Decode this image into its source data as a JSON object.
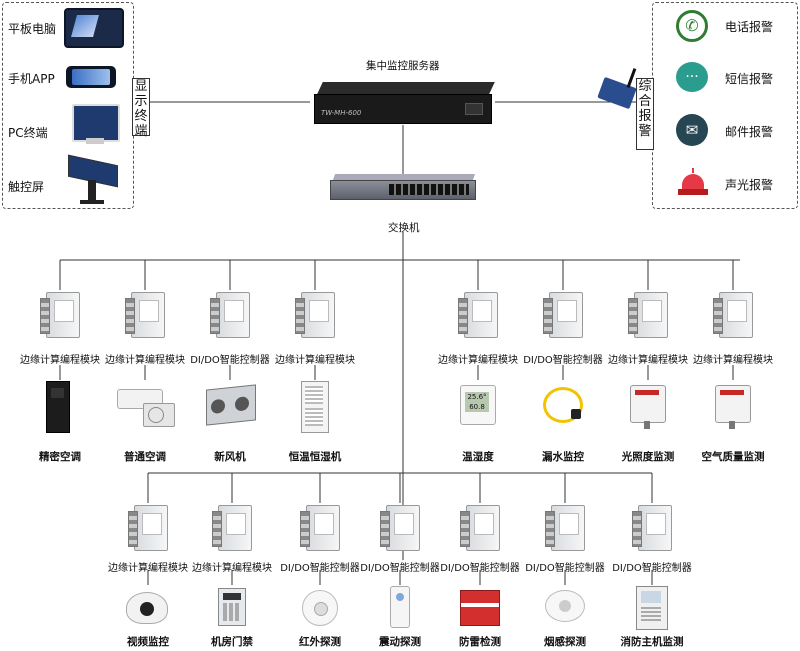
{
  "display_terminals": {
    "group_label": "显示终端",
    "items": [
      {
        "label": "平板电脑",
        "icon": "tablet-icon"
      },
      {
        "label": "手机APP",
        "icon": "phone-icon"
      },
      {
        "label": "PC终端",
        "icon": "pc-monitor-icon"
      },
      {
        "label": "触控屏",
        "icon": "touchscreen-kiosk-icon"
      }
    ]
  },
  "alarm": {
    "group_label": "综合报警",
    "items": [
      {
        "label": "电话报警",
        "icon": "phone-call-icon",
        "color": "#2e7d32"
      },
      {
        "label": "短信报警",
        "icon": "sms-bubble-icon",
        "color": "#2a9d8f"
      },
      {
        "label": "邮件报警",
        "icon": "mail-icon",
        "color": "#264653"
      },
      {
        "label": "声光报警",
        "icon": "siren-icon",
        "color": "#e63946"
      }
    ]
  },
  "server": {
    "label": "集中监控服务器",
    "model": "TW-MH-600"
  },
  "switch": {
    "label": "交换机"
  },
  "row1": {
    "left": [
      {
        "module": "边缘计算编程模块",
        "device": "精密空调"
      },
      {
        "module": "边缘计算编程模块",
        "device": "普通空调"
      },
      {
        "module": "DI/DO智能控制器",
        "device": "新风机"
      },
      {
        "module": "边缘计算编程模块",
        "device": "恒温恒湿机"
      }
    ],
    "right": [
      {
        "module": "边缘计算编程模块",
        "device": "温湿度"
      },
      {
        "module": "DI/DO智能控制器",
        "device": "漏水监控"
      },
      {
        "module": "边缘计算编程模块",
        "device": "光照度监测"
      },
      {
        "module": "边缘计算编程模块",
        "device": "空气质量监测"
      }
    ]
  },
  "row2": [
    {
      "module": "边缘计算编程模块",
      "device": "视频监控"
    },
    {
      "module": "边缘计算编程模块",
      "device": "机房门禁"
    },
    {
      "module": "DI/DO智能控制器",
      "device": "红外探测"
    },
    {
      "module": "DI/DO智能控制器",
      "device": "震动探测"
    },
    {
      "module": "DI/DO智能控制器",
      "device": "防雷检测"
    },
    {
      "module": "DI/DO智能控制器",
      "device": "烟感探测"
    },
    {
      "module": "DI/DO智能控制器",
      "device": "消防主机监测"
    }
  ],
  "humidity_display": {
    "temp": "25.6°",
    "hum": "60.8"
  }
}
